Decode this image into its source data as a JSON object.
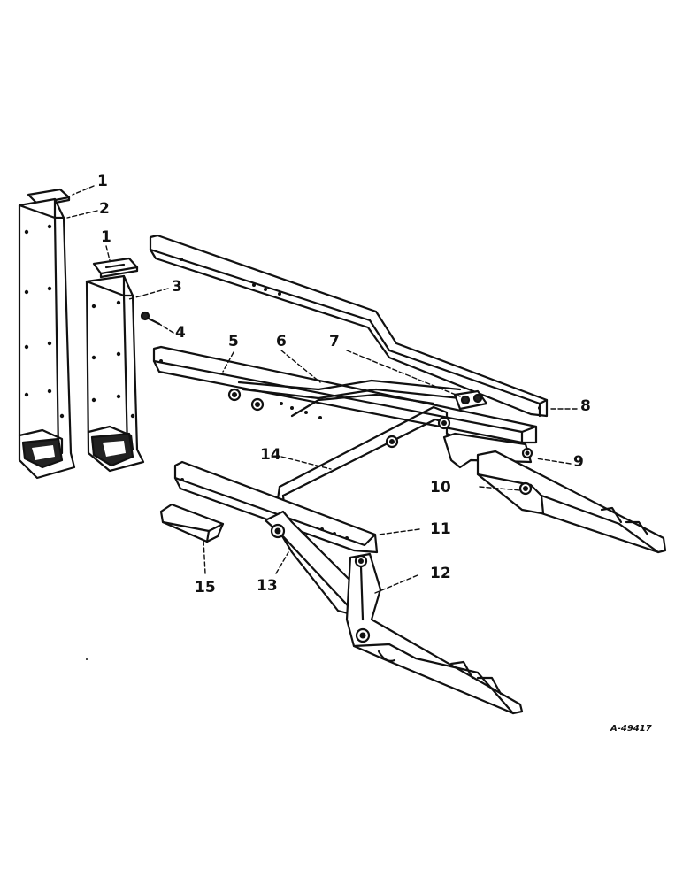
{
  "figure_id": "A-49417",
  "callouts": {
    "c1a": "1",
    "c2": "2",
    "c1b": "1",
    "c3": "3",
    "c4": "4",
    "c5": "5",
    "c6": "6",
    "c7": "7",
    "c8": "8",
    "c9": "9",
    "c10": "10",
    "c11": "11",
    "c12": "12",
    "c13": "13",
    "c14": "14",
    "c15": "15"
  }
}
